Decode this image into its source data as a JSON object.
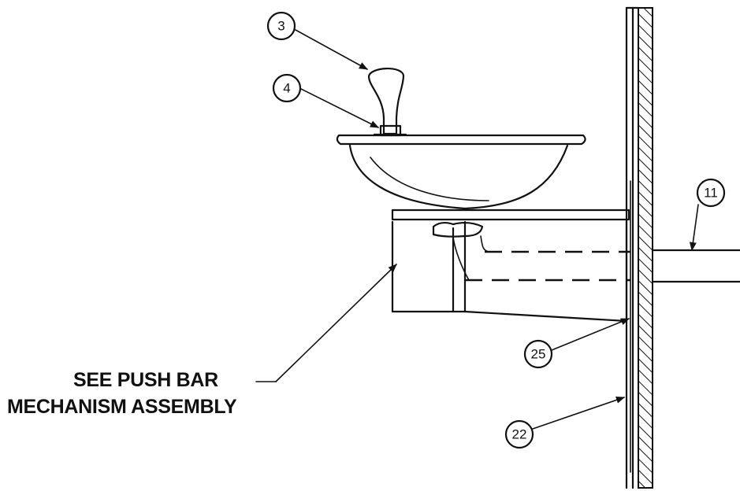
{
  "callouts": [
    {
      "id": "3",
      "label": "3"
    },
    {
      "id": "4",
      "label": "4"
    },
    {
      "id": "11",
      "label": "11"
    },
    {
      "id": "25",
      "label": "25"
    },
    {
      "id": "22",
      "label": "22"
    }
  ],
  "note": {
    "line1": "SEE PUSH BAR",
    "line2": "MECHANISM ASSEMBLY"
  }
}
